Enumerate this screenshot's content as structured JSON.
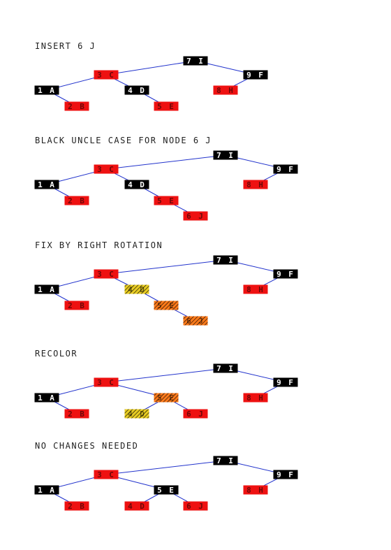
{
  "colors": {
    "black": "#000000",
    "red": "#ee1111",
    "orange": "#ff7a1a",
    "yellow": "#e8cc22",
    "edge": "#2233cc",
    "text_on_dark": "#ffffff"
  },
  "panels": [
    {
      "caption": "INSERT 6 J",
      "nodes": [
        {
          "id": "7I",
          "label": "7 I",
          "color": "black"
        },
        {
          "id": "3C",
          "label": "3 C",
          "color": "red"
        },
        {
          "id": "9F",
          "label": "9 F",
          "color": "black"
        },
        {
          "id": "1A",
          "label": "1 A",
          "color": "black"
        },
        {
          "id": "4D",
          "label": "4 D",
          "color": "black"
        },
        {
          "id": "8H",
          "label": "8 H",
          "color": "red"
        },
        {
          "id": "2B",
          "label": "2 B",
          "color": "red"
        },
        {
          "id": "5E",
          "label": "5 E",
          "color": "red"
        }
      ],
      "edges": [
        [
          "7I",
          "3C"
        ],
        [
          "7I",
          "9F"
        ],
        [
          "3C",
          "1A"
        ],
        [
          "3C",
          "4D"
        ],
        [
          "9F",
          "8H"
        ],
        [
          "1A",
          "2B"
        ],
        [
          "4D",
          "5E"
        ]
      ]
    },
    {
      "caption": "BLACK UNCLE CASE FOR NODE 6 J",
      "nodes": [
        {
          "id": "7I",
          "label": "7 I",
          "color": "black"
        },
        {
          "id": "3C",
          "label": "3 C",
          "color": "red"
        },
        {
          "id": "9F",
          "label": "9 F",
          "color": "black"
        },
        {
          "id": "1A",
          "label": "1 A",
          "color": "black"
        },
        {
          "id": "4D",
          "label": "4 D",
          "color": "black"
        },
        {
          "id": "8H",
          "label": "8 H",
          "color": "red"
        },
        {
          "id": "2B",
          "label": "2 B",
          "color": "red"
        },
        {
          "id": "5E",
          "label": "5 E",
          "color": "red"
        },
        {
          "id": "6J",
          "label": "6 J",
          "color": "red"
        }
      ],
      "edges": [
        [
          "7I",
          "3C"
        ],
        [
          "7I",
          "9F"
        ],
        [
          "3C",
          "1A"
        ],
        [
          "3C",
          "4D"
        ],
        [
          "9F",
          "8H"
        ],
        [
          "1A",
          "2B"
        ],
        [
          "4D",
          "5E"
        ],
        [
          "5E",
          "6J"
        ]
      ]
    },
    {
      "caption": "FIX BY RIGHT ROTATION",
      "nodes": [
        {
          "id": "7I",
          "label": "7 I",
          "color": "black"
        },
        {
          "id": "3C",
          "label": "3 C",
          "color": "red"
        },
        {
          "id": "9F",
          "label": "9 F",
          "color": "black"
        },
        {
          "id": "1A",
          "label": "1 A",
          "color": "black"
        },
        {
          "id": "4D",
          "label": "4 D",
          "color": "yellow",
          "hatched": true
        },
        {
          "id": "8H",
          "label": "8 H",
          "color": "red"
        },
        {
          "id": "2B",
          "label": "2 B",
          "color": "red"
        },
        {
          "id": "5E",
          "label": "5 E",
          "color": "orange",
          "hatched": true
        },
        {
          "id": "6J",
          "label": "6 J",
          "color": "orange",
          "hatched": true
        }
      ],
      "edges": [
        [
          "7I",
          "3C"
        ],
        [
          "7I",
          "9F"
        ],
        [
          "3C",
          "1A"
        ],
        [
          "3C",
          "4D"
        ],
        [
          "9F",
          "8H"
        ],
        [
          "1A",
          "2B"
        ],
        [
          "4D",
          "5E"
        ],
        [
          "5E",
          "6J"
        ]
      ]
    },
    {
      "caption": "RECOLOR",
      "nodes": [
        {
          "id": "7I",
          "label": "7 I",
          "color": "black"
        },
        {
          "id": "3C",
          "label": "3 C",
          "color": "red"
        },
        {
          "id": "9F",
          "label": "9 F",
          "color": "black"
        },
        {
          "id": "1A",
          "label": "1 A",
          "color": "black"
        },
        {
          "id": "5E",
          "label": "5 E",
          "color": "orange",
          "hatched": true
        },
        {
          "id": "8H",
          "label": "8 H",
          "color": "red"
        },
        {
          "id": "2B",
          "label": "2 B",
          "color": "red"
        },
        {
          "id": "4D",
          "label": "4 D",
          "color": "yellow",
          "hatched": true
        },
        {
          "id": "6J",
          "label": "6 J",
          "color": "red"
        }
      ],
      "edges": [
        [
          "7I",
          "3C"
        ],
        [
          "7I",
          "9F"
        ],
        [
          "3C",
          "1A"
        ],
        [
          "3C",
          "5E"
        ],
        [
          "9F",
          "8H"
        ],
        [
          "1A",
          "2B"
        ],
        [
          "5E",
          "4D"
        ],
        [
          "5E",
          "6J"
        ]
      ]
    },
    {
      "caption": "NO CHANGES NEEDED",
      "nodes": [
        {
          "id": "7I",
          "label": "7 I",
          "color": "black"
        },
        {
          "id": "3C",
          "label": "3 C",
          "color": "red"
        },
        {
          "id": "9F",
          "label": "9 F",
          "color": "black"
        },
        {
          "id": "1A",
          "label": "1 A",
          "color": "black"
        },
        {
          "id": "5E",
          "label": "5 E",
          "color": "black"
        },
        {
          "id": "8H",
          "label": "8 H",
          "color": "red"
        },
        {
          "id": "2B",
          "label": "2 B",
          "color": "red"
        },
        {
          "id": "4D",
          "label": "4 D",
          "color": "red"
        },
        {
          "id": "6J",
          "label": "6 J",
          "color": "red"
        }
      ],
      "edges": [
        [
          "7I",
          "3C"
        ],
        [
          "7I",
          "9F"
        ],
        [
          "3C",
          "1A"
        ],
        [
          "3C",
          "5E"
        ],
        [
          "9F",
          "8H"
        ],
        [
          "1A",
          "2B"
        ],
        [
          "5E",
          "4D"
        ],
        [
          "5E",
          "6J"
        ]
      ]
    }
  ]
}
